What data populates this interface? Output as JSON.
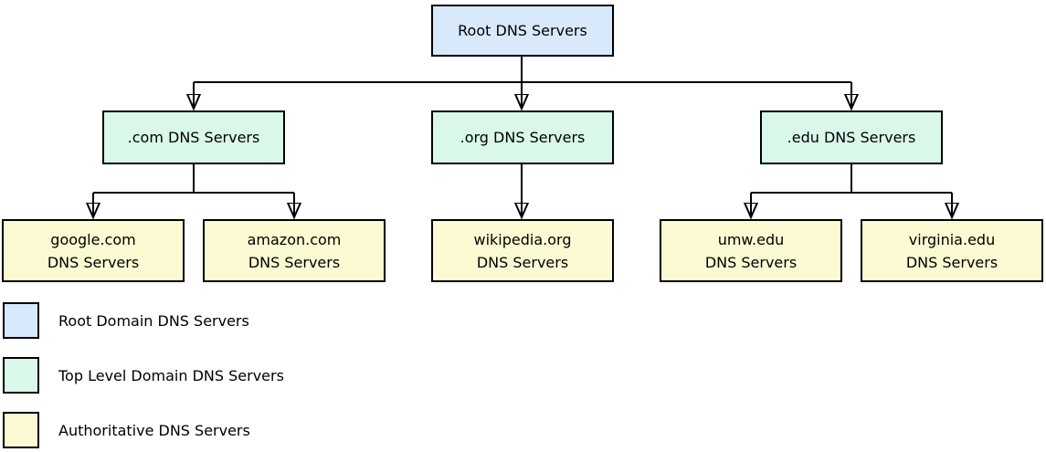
{
  "palette": {
    "root_fill": "#d8e9fb",
    "tld_fill": "#d9f8e9",
    "authoritative_fill": "#fbfad2",
    "line_color": "#000000"
  },
  "tree": {
    "root": {
      "label": "Root DNS Servers"
    },
    "tld_nodes": [
      {
        "label": ".com DNS Servers"
      },
      {
        "label": ".org DNS Servers"
      },
      {
        "label": ".edu DNS Servers"
      }
    ],
    "authoritative_nodes": [
      {
        "line1": "google.com",
        "line2": "DNS Servers"
      },
      {
        "line1": "amazon.com",
        "line2": "DNS Servers"
      },
      {
        "line1": "wikipedia.org",
        "line2": "DNS Servers"
      },
      {
        "line1": "umw.edu",
        "line2": "DNS Servers"
      },
      {
        "line1": "virginia.edu",
        "line2": "DNS Servers"
      }
    ]
  },
  "legend": {
    "items": [
      {
        "label": "Root Domain DNS Servers",
        "swatch_color": "#d8e9fb"
      },
      {
        "label": "Top Level Domain DNS Servers",
        "swatch_color": "#d9f8e9"
      },
      {
        "label": "Authoritative DNS Servers",
        "swatch_color": "#fbfad2"
      }
    ]
  }
}
